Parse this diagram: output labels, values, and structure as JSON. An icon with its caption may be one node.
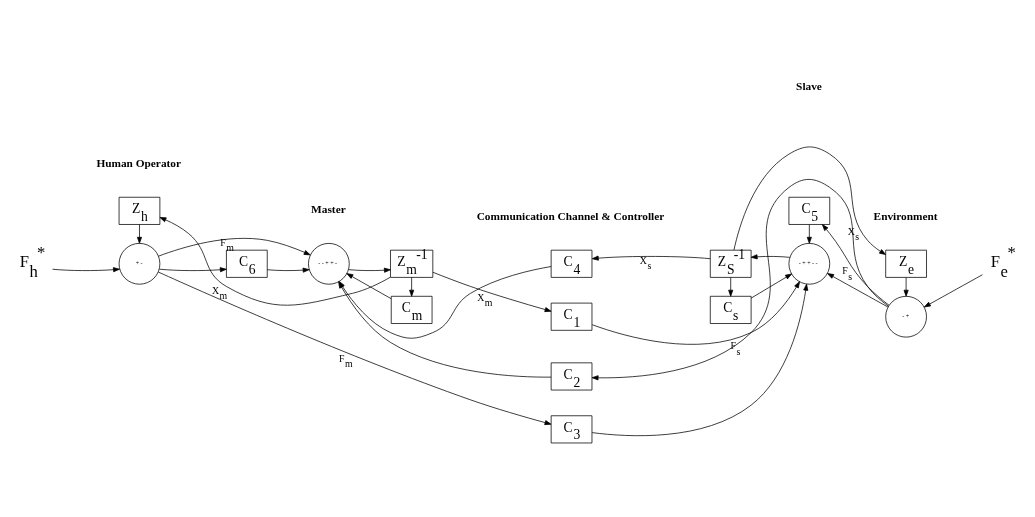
{
  "diagram": {
    "nodes": [
      {
        "text": [
          "F$_{h}$$^{*}$"
        ]
      },
      {
        "text": [
          "+",
          "-"
        ]
      },
      {
        "text": [
          "Z$_{h}$"
        ]
      },
      {
        "text": [
          "-",
          "-",
          "+",
          "+",
          "-"
        ]
      },
      {
        "text": [
          "Z$_{m}$$^{-1}$"
        ]
      },
      {
        "text": [
          "C$_{6}$"
        ]
      },
      {
        "text": [
          "C$_{m}$"
        ]
      },
      {
        "text": [
          "C$_{4}$"
        ]
      },
      {
        "text": [
          "C$_{3}$"
        ]
      },
      {
        "text": [
          "C$_{2}$"
        ]
      },
      {
        "text": [
          "C$_{1}$"
        ]
      },
      {
        "text": [
          "C$_{s}$"
        ]
      },
      {
        "text": [
          "Z$_{S}$$^{-1}$"
        ]
      },
      {
        "text": [
          "-",
          "+",
          "+",
          "-",
          "-"
        ]
      },
      {
        "text": [
          "C$_{5}$"
        ]
      },
      {
        "text": [
          "Z$_{e}$"
        ]
      },
      {
        "text": [
          "-",
          "+"
        ]
      },
      {
        "text": [
          "F$_{e}$$^{*}$"
        ]
      }
    ],
    "edges": [
      {
        "from": 0,
        "to": 1,
        "arrow": "to"
      },
      {
        "from": 1,
        "to": 3,
        "arrow": "to",
        "label": "F$_{m}$"
      },
      {
        "from": 1,
        "to": 8,
        "arrow": "to",
        "label": "F$_{m}$"
      },
      {
        "from": 1,
        "to": 5,
        "arrow": "to"
      },
      {
        "from": 2,
        "to": 1,
        "arrow": "to"
      },
      {
        "from": 3,
        "to": 4,
        "arrow": "to"
      },
      {
        "from": 4,
        "to": 2,
        "arrow": "to",
        "label": "X$_{m}$"
      },
      {
        "from": 4,
        "to": 6,
        "arrow": "to"
      },
      {
        "from": 4,
        "to": 10,
        "arrow": "to",
        "label": "X$_{m}$"
      },
      {
        "from": 5,
        "to": 3,
        "arrow": "to"
      },
      {
        "from": 6,
        "to": 3,
        "arrow": "to"
      },
      {
        "from": 7,
        "to": 3,
        "arrow": "to"
      },
      {
        "from": 9,
        "to": 3,
        "arrow": "to"
      },
      {
        "from": 8,
        "to": 13,
        "arrow": "to"
      },
      {
        "from": 10,
        "to": 13,
        "arrow": "to"
      },
      {
        "from": 13,
        "to": 12,
        "arrow": "to"
      },
      {
        "from": 12,
        "to": 7,
        "arrow": "to",
        "label": "X$_{s}$"
      },
      {
        "from": 12,
        "to": 11,
        "arrow": "to"
      },
      {
        "from": 12,
        "to": 15,
        "arrow": "to",
        "label": "X$_{s}$"
      },
      {
        "from": 11,
        "to": 13,
        "arrow": "to"
      },
      {
        "from": 14,
        "to": 13,
        "arrow": "to"
      },
      {
        "from": 16,
        "to": 9,
        "arrow": "to",
        "label": "F$_{s}$"
      },
      {
        "from": 16,
        "to": 14,
        "arrow": "to",
        "label": "F$_{s}$"
      },
      {
        "from": 16,
        "to": 13,
        "arrow": "to"
      },
      {
        "from": 15,
        "to": 16,
        "arrow": "to"
      },
      {
        "from": 17,
        "to": 16,
        "arrow": "to"
      }
    ],
    "labels": [
      "Human Operator",
      "Master",
      "Communication Channel & Controller",
      "Slave",
      "Environment"
    ]
  }
}
